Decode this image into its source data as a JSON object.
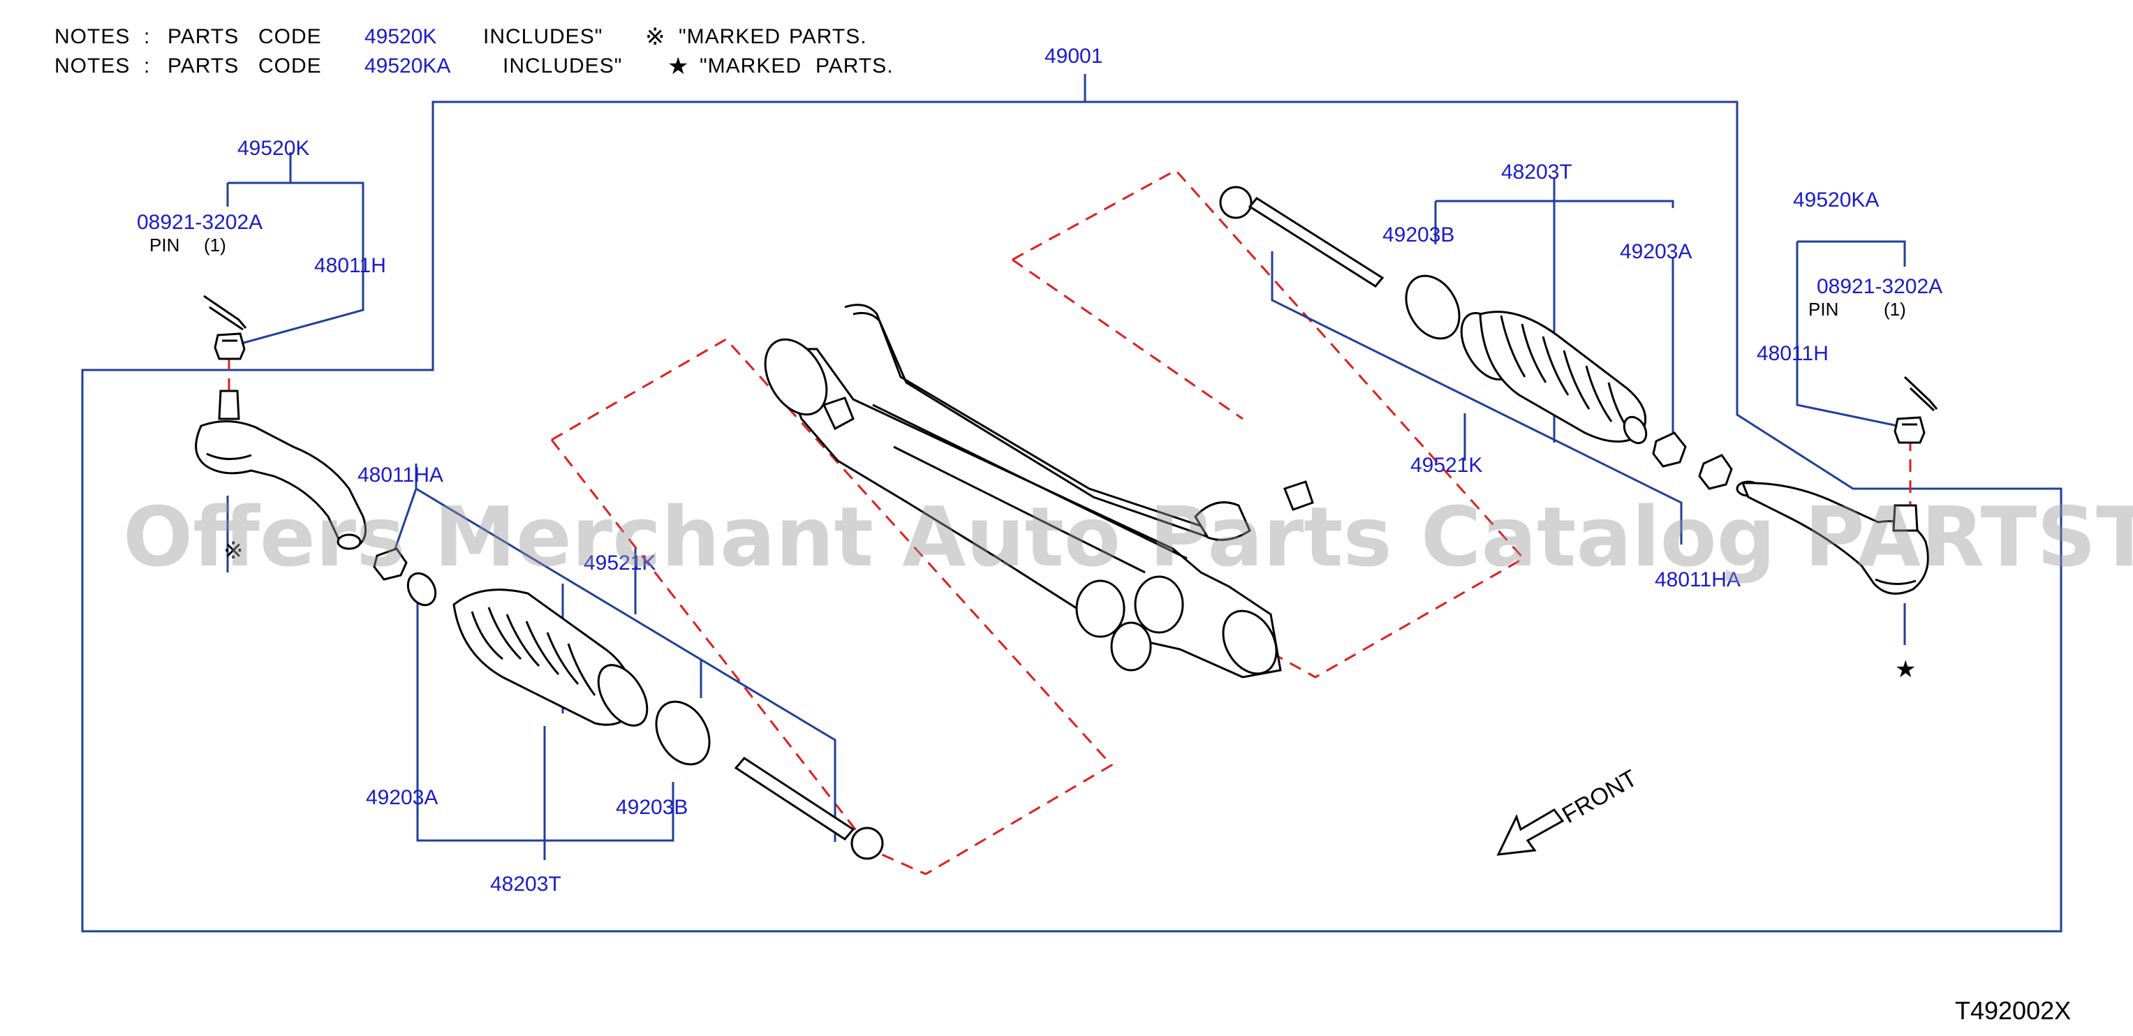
{
  "notes": [
    {
      "label": "NOTES",
      "sep": ":",
      "parts": "PARTS",
      "code_word": "CODE",
      "code": "49520K",
      "includes": "INCLUDES\"",
      "symbol": "※",
      "marked": "\"MARKED",
      "parts_word": "PARTS."
    },
    {
      "label": "NOTES",
      "sep": ":",
      "parts": "PARTS",
      "code_word": "CODE",
      "code": "49520KA",
      "includes": "INCLUDES\"",
      "symbol": "★",
      "marked": "\"MARKED",
      "parts_word": "PARTS."
    }
  ],
  "callouts": {
    "assembly": "49001",
    "left_tie_rod_end_kit": "49520K",
    "left_pin": "08921-3202A",
    "left_pin_label": "PIN",
    "left_pin_qty": "(1)",
    "left_socket": "48011H",
    "left_nut": "48011HA",
    "left_boot_kit": "49521K",
    "left_clamp_a": "49203A",
    "left_clamp_b": "49203B",
    "left_inner_rod": "48203T",
    "right_inner_rod": "48203T",
    "right_clamp_b": "49203B",
    "right_clamp_a": "49203A",
    "right_boot_kit": "49521K",
    "right_tie_rod_end_kit": "49520KA",
    "right_pin": "08921-3202A",
    "right_pin_label": "PIN",
    "right_pin_qty": "(1)",
    "right_socket": "48011H",
    "right_nut": "48011HA"
  },
  "markers": {
    "left_mark": "※",
    "right_mark": "★"
  },
  "direction": "FRONT",
  "watermark": "Offers Merchant Auto Parts Catalog PARTSTORE.SA",
  "figure_id": "T492002X",
  "colors": {
    "callout": "#1a1acc",
    "leader": "#1f3f99",
    "dashed_group": "#e01e1e",
    "line_art": "#000000"
  }
}
